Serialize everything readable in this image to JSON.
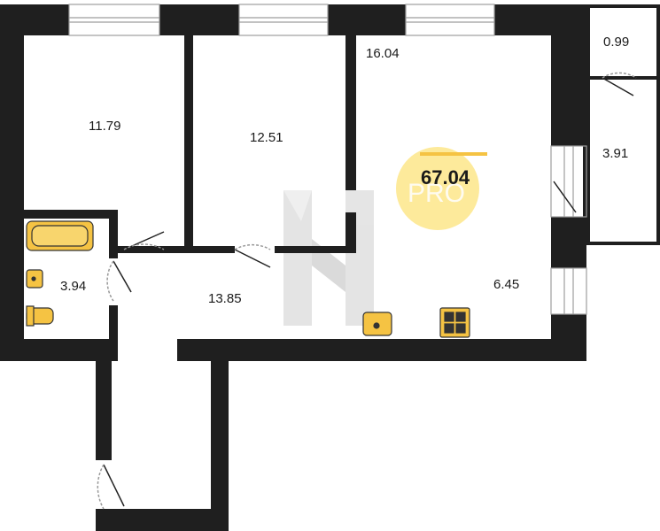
{
  "plan": {
    "total_area": "67.04",
    "badge_text": "PRO",
    "colors": {
      "wall": "#1f1f1f",
      "fixture": "#f5c343",
      "fixture_stroke": "#333333",
      "badge": "#fde68a",
      "watermark": "#d9d9d9",
      "window": "#9e9e9e"
    },
    "rooms": [
      {
        "id": "bedroom-left",
        "area": "11.79"
      },
      {
        "id": "bedroom-middle",
        "area": "12.51"
      },
      {
        "id": "living-room",
        "area": "16.04"
      },
      {
        "id": "storage",
        "area": "0.99"
      },
      {
        "id": "balcony",
        "area": "3.91"
      },
      {
        "id": "bathroom",
        "area": "3.94"
      },
      {
        "id": "hallway",
        "area": "13.85"
      },
      {
        "id": "kitchen",
        "area": "6.45"
      }
    ]
  }
}
